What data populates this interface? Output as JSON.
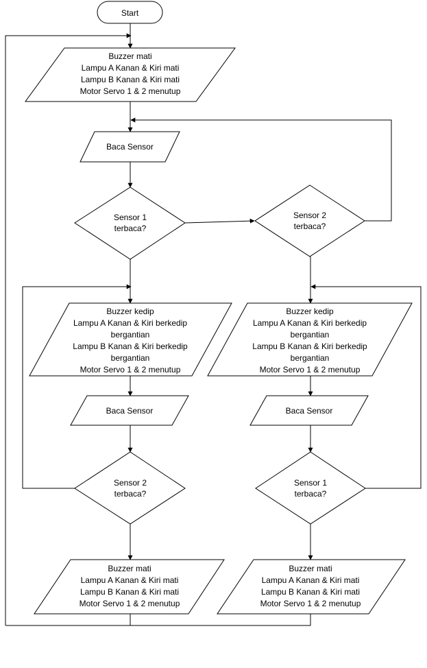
{
  "diagram": {
    "nodes": {
      "start": "Start",
      "init_buzzer": "Buzzer mati",
      "init_lamp_a": "Lampu A Kanan & Kiri mati",
      "init_lamp_b": "Lampu B Kanan & Kiri mati",
      "init_servo": "Motor Servo 1 & 2 menutup",
      "read_sensor_top": "Baca Sensor",
      "dec_s1_line1": "Sensor 1",
      "dec_s1_line2": "terbaca?",
      "dec_s2_line1": "Sensor 2",
      "dec_s2_line2": "terbaca?",
      "left_buzzer": "Buzzer kedip",
      "left_lamp_a1": "Lampu A Kanan & Kiri berkedip",
      "left_lamp_a2": "bergantian",
      "left_lamp_b1": "Lampu B Kanan & Kiri berkedip",
      "left_lamp_b2": "bergantian",
      "left_servo": "Motor Servo 1 & 2 menutup",
      "right_buzzer": "Buzzer kedip",
      "right_lamp_a1": "Lampu A Kanan & Kiri berkedip",
      "right_lamp_a2": "bergantian",
      "right_lamp_b1": "Lampu B Kanan & Kiri berkedip",
      "right_lamp_b2": "bergantian",
      "right_servo": "Motor Servo 1 & 2 menutup",
      "left_read_sensor": "Baca Sensor",
      "right_read_sensor": "Baca Sensor",
      "left_dec_line1": "Sensor 2",
      "left_dec_line2": "terbaca?",
      "right_dec_line1": "Sensor 1",
      "right_dec_line2": "terbaca?",
      "left_end_buzzer": "Buzzer mati",
      "left_end_lamp_a": "Lampu A Kanan & Kiri mati",
      "left_end_lamp_b": "Lampu B Kanan & Kiri mati",
      "left_end_servo": "Motor Servo 1 & 2 menutup",
      "right_end_buzzer": "Buzzer mati",
      "right_end_lamp_a": "Lampu A Kanan & Kiri mati",
      "right_end_lamp_b": "Lampu B Kanan & Kiri mati",
      "right_end_servo": "Motor Servo 1 & 2 menutup"
    }
  }
}
